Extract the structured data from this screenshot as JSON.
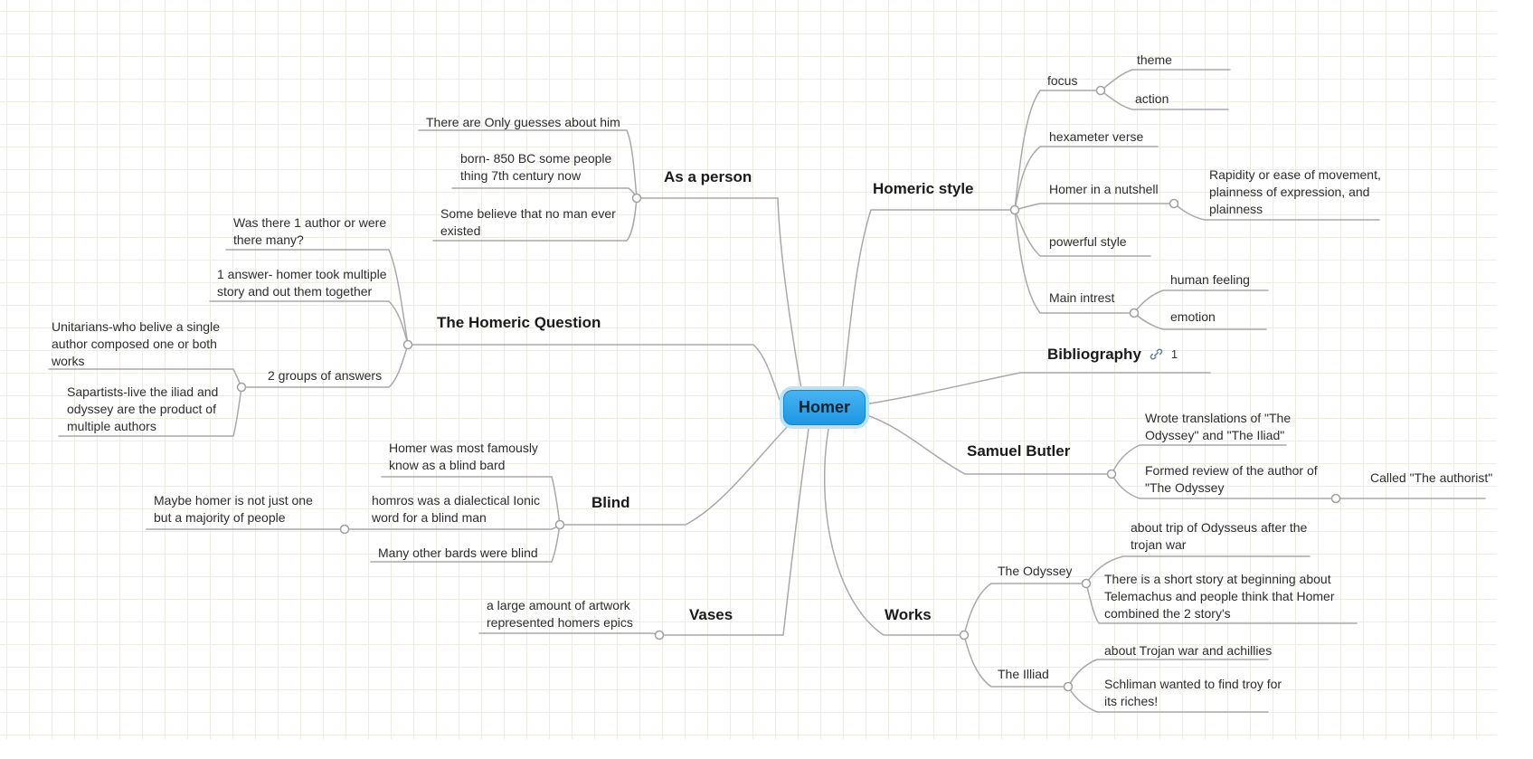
{
  "root": {
    "label": "Homer"
  },
  "colors": {
    "root_fill": "#2ba3ea",
    "root_ring": "#bce2f7",
    "connector": "#a9a9a9",
    "grid_line": "#efece6",
    "text": "#2d2d2d"
  },
  "nodes": {
    "as_a_person": {
      "label": "As a person"
    },
    "guesses": {
      "label": "There are Only guesses about him"
    },
    "born": {
      "label": "born- 850 BC some people thing 7th century now"
    },
    "no_man": {
      "label": "Some believe that no man ever existed"
    },
    "homeric_question": {
      "label": "The Homeric Question"
    },
    "was_there": {
      "label": "Was there 1 author or were there many?"
    },
    "one_answer": {
      "label": "1 answer- homer took multiple story and out them together"
    },
    "two_groups": {
      "label": "2 groups of answers"
    },
    "unitarians": {
      "label": "Unitarians-who belive a single author composed one or both works"
    },
    "sapartists": {
      "label": "Sapartists-live the iliad and odyssey are the product of multiple authors"
    },
    "blind": {
      "label": "Blind"
    },
    "famously": {
      "label": "Homer was most famously know as a blind bard"
    },
    "homros": {
      "label": "homros was a dialectical Ionic word for a blind man"
    },
    "maybe": {
      "label": "Maybe homer is not just one but a majority of people"
    },
    "many_bards": {
      "label": "Many other bards were blind"
    },
    "vases": {
      "label": "Vases"
    },
    "artwork": {
      "label": "a large amount of artwork represented homers epics"
    },
    "homeric_style": {
      "label": "Homeric style"
    },
    "focus": {
      "label": "focus"
    },
    "theme": {
      "label": "theme"
    },
    "action": {
      "label": "action"
    },
    "hexameter": {
      "label": "hexameter verse"
    },
    "nutshell": {
      "label": "Homer in a nutshell"
    },
    "rapidity": {
      "label": "Rapidity or ease of movement, plainness of expression, and plainness"
    },
    "powerful": {
      "label": "powerful style"
    },
    "main_intrest": {
      "label": "Main intrest"
    },
    "human_feeling": {
      "label": "human feeling"
    },
    "emotion": {
      "label": "emotion"
    },
    "bibliography": {
      "label": "Bibliography",
      "link_count": "1",
      "link_icon": "hyperlink-icon"
    },
    "samuel_butler": {
      "label": "Samuel Butler"
    },
    "wrote_translations": {
      "label": "Wrote translations of \"The Odyssey\" and \"The Iliad\""
    },
    "formed_review": {
      "label": "Formed review of the author of \"The Odyssey"
    },
    "called_authorist": {
      "label": "Called \"The authorist\""
    },
    "works": {
      "label": "Works"
    },
    "odyssey": {
      "label": "The Odyssey"
    },
    "trip": {
      "label": "about trip of Odysseus after the trojan war"
    },
    "short_story": {
      "label": "There is a short story at beginning about Telemachus and people think that Homer combined the 2 story's"
    },
    "illiad": {
      "label": "The Illiad"
    },
    "trojan": {
      "label": "about Trojan war and achillies"
    },
    "schliman": {
      "label": "Schliman wanted to find troy for its riches!"
    }
  }
}
